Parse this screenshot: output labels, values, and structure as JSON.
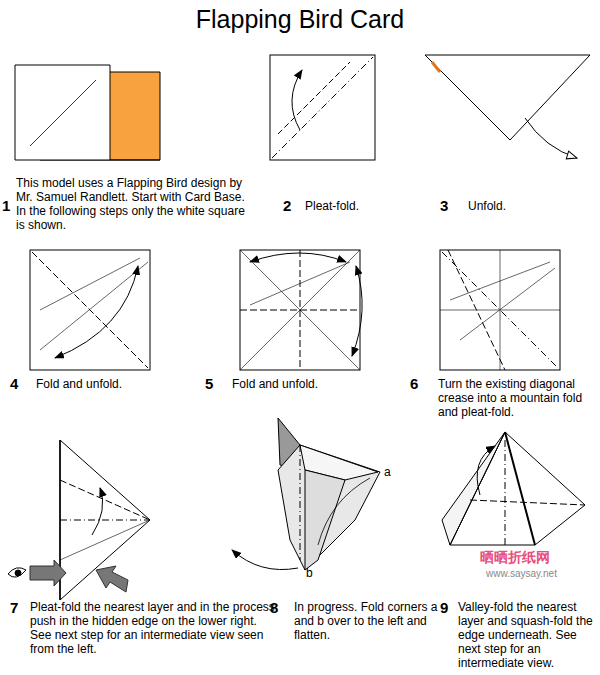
{
  "diagram": {
    "title": "Flapping Bird Card",
    "labels": [
      "1",
      "This model uses a Flapping Bird design by Mr. Samuel Randlett. Start with Card Base. In the following steps only the white square is shown.",
      "2",
      "Pleat-fold.",
      "3",
      "Unfold.",
      "4",
      "Fold and unfold.",
      "5",
      "Fold and unfold.",
      "6",
      "Turn the existing diagonal crease into a mountain fold and pleat-fold.",
      "7",
      "Pleat-fold the nearest layer and in the process push in the hidden edge on the lower right. See next step for an intermediate view seen from the left.",
      "8",
      "In progress. Fold corners a and b over to the left and flatten.",
      "a",
      "b",
      "9",
      "Valley-fold the nearest layer and squash-fold the edge underneath. See next step for an intermediate view.",
      "晒晒折纸网",
      "www.saysay.net"
    ]
  }
}
